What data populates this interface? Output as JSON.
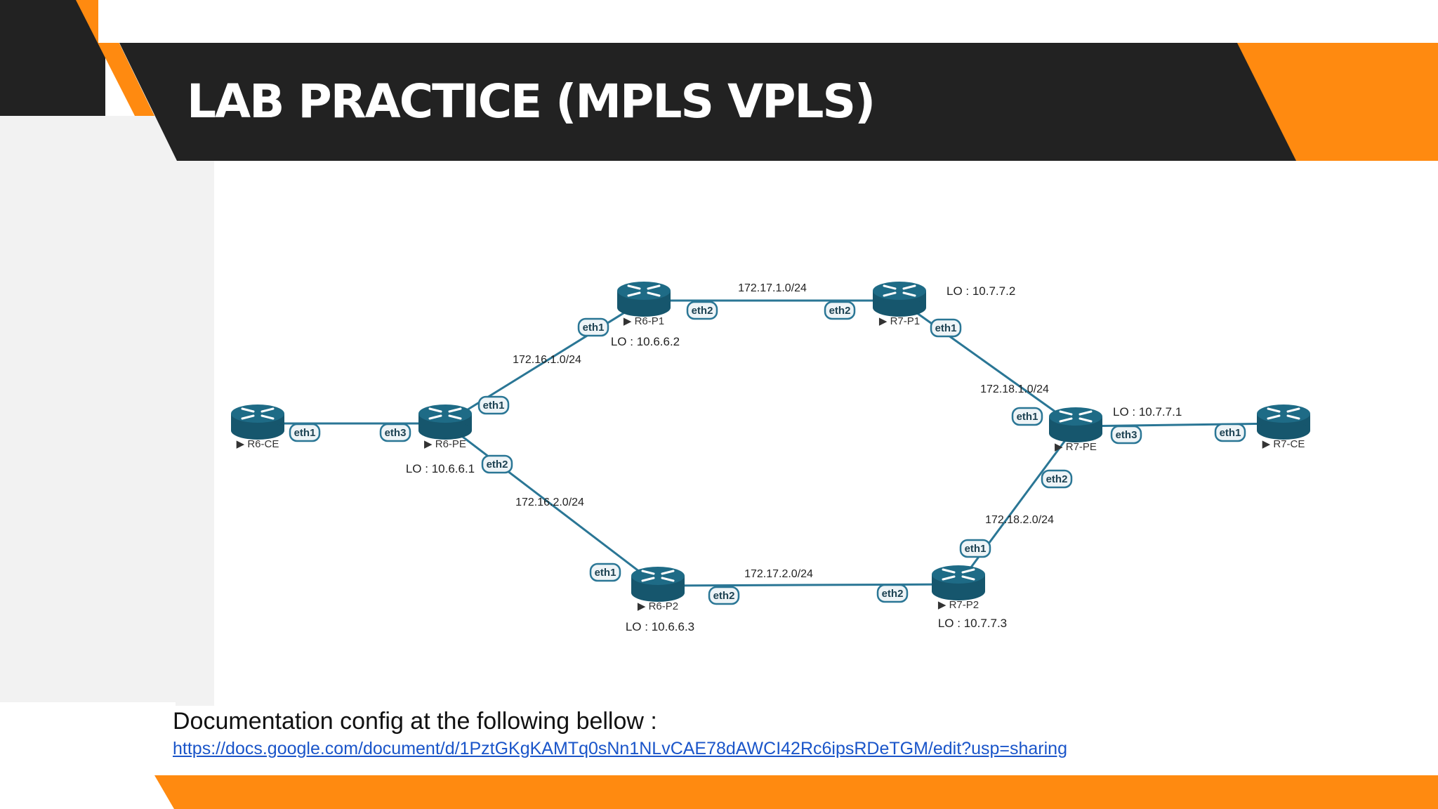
{
  "slide": {
    "title": "LAB PRACTICE (MPLS VPLS)",
    "doc_text": "Documentation config at the following bellow :",
    "doc_link": "https://docs.google.com/document/d/1PztGKgKAMTq0sNn1NLvCAE78dAWCI42Rc6ipsRDeTGM/edit?usp=sharing",
    "colors": {
      "accent": "#ff8a10",
      "dark": "#222222",
      "gray": "#f2f2f2",
      "router": "#1e6b86",
      "link": "#2a7695"
    }
  },
  "diagram": {
    "nodes": [
      {
        "id": "r6ce",
        "label": "R6-CE",
        "lo": ""
      },
      {
        "id": "r6pe",
        "label": "R6-PE",
        "lo": "LO : 10.6.6.1"
      },
      {
        "id": "r6p1",
        "label": "R6-P1",
        "lo": "LO : 10.6.6.2"
      },
      {
        "id": "r6p2",
        "label": "R6-P2",
        "lo": "LO : 10.6.6.3"
      },
      {
        "id": "r7p1",
        "label": "R7-P1",
        "lo": "LO : 10.7.7.2"
      },
      {
        "id": "r7p2",
        "label": "R7-P2",
        "lo": "LO : 10.7.7.3"
      },
      {
        "id": "r7pe",
        "label": "R7-PE",
        "lo": "LO : 10.7.7.1"
      },
      {
        "id": "r7ce",
        "label": "R7-CE",
        "lo": ""
      }
    ],
    "links": [
      {
        "from": "r6ce",
        "to": "r6pe",
        "from_if": "eth1",
        "to_if": "eth3",
        "subnet": ""
      },
      {
        "from": "r6pe",
        "to": "r6p1",
        "from_if": "eth1",
        "to_if": "eth1",
        "subnet": "172.16.1.0/24"
      },
      {
        "from": "r6pe",
        "to": "r6p2",
        "from_if": "eth2",
        "to_if": "eth1",
        "subnet": "172.16.2.0/24"
      },
      {
        "from": "r6p1",
        "to": "r7p1",
        "from_if": "eth2",
        "to_if": "eth2",
        "subnet": "172.17.1.0/24"
      },
      {
        "from": "r6p2",
        "to": "r7p2",
        "from_if": "eth2",
        "to_if": "eth2",
        "subnet": "172.17.2.0/24"
      },
      {
        "from": "r7p1",
        "to": "r7pe",
        "from_if": "eth1",
        "to_if": "eth1",
        "subnet": "172.18.1.0/24"
      },
      {
        "from": "r7p2",
        "to": "r7pe",
        "from_if": "eth1",
        "to_if": "eth2",
        "subnet": "172.18.2.0/24"
      },
      {
        "from": "r7pe",
        "to": "r7ce",
        "from_if": "eth3",
        "to_if": "eth1",
        "subnet": ""
      }
    ]
  }
}
